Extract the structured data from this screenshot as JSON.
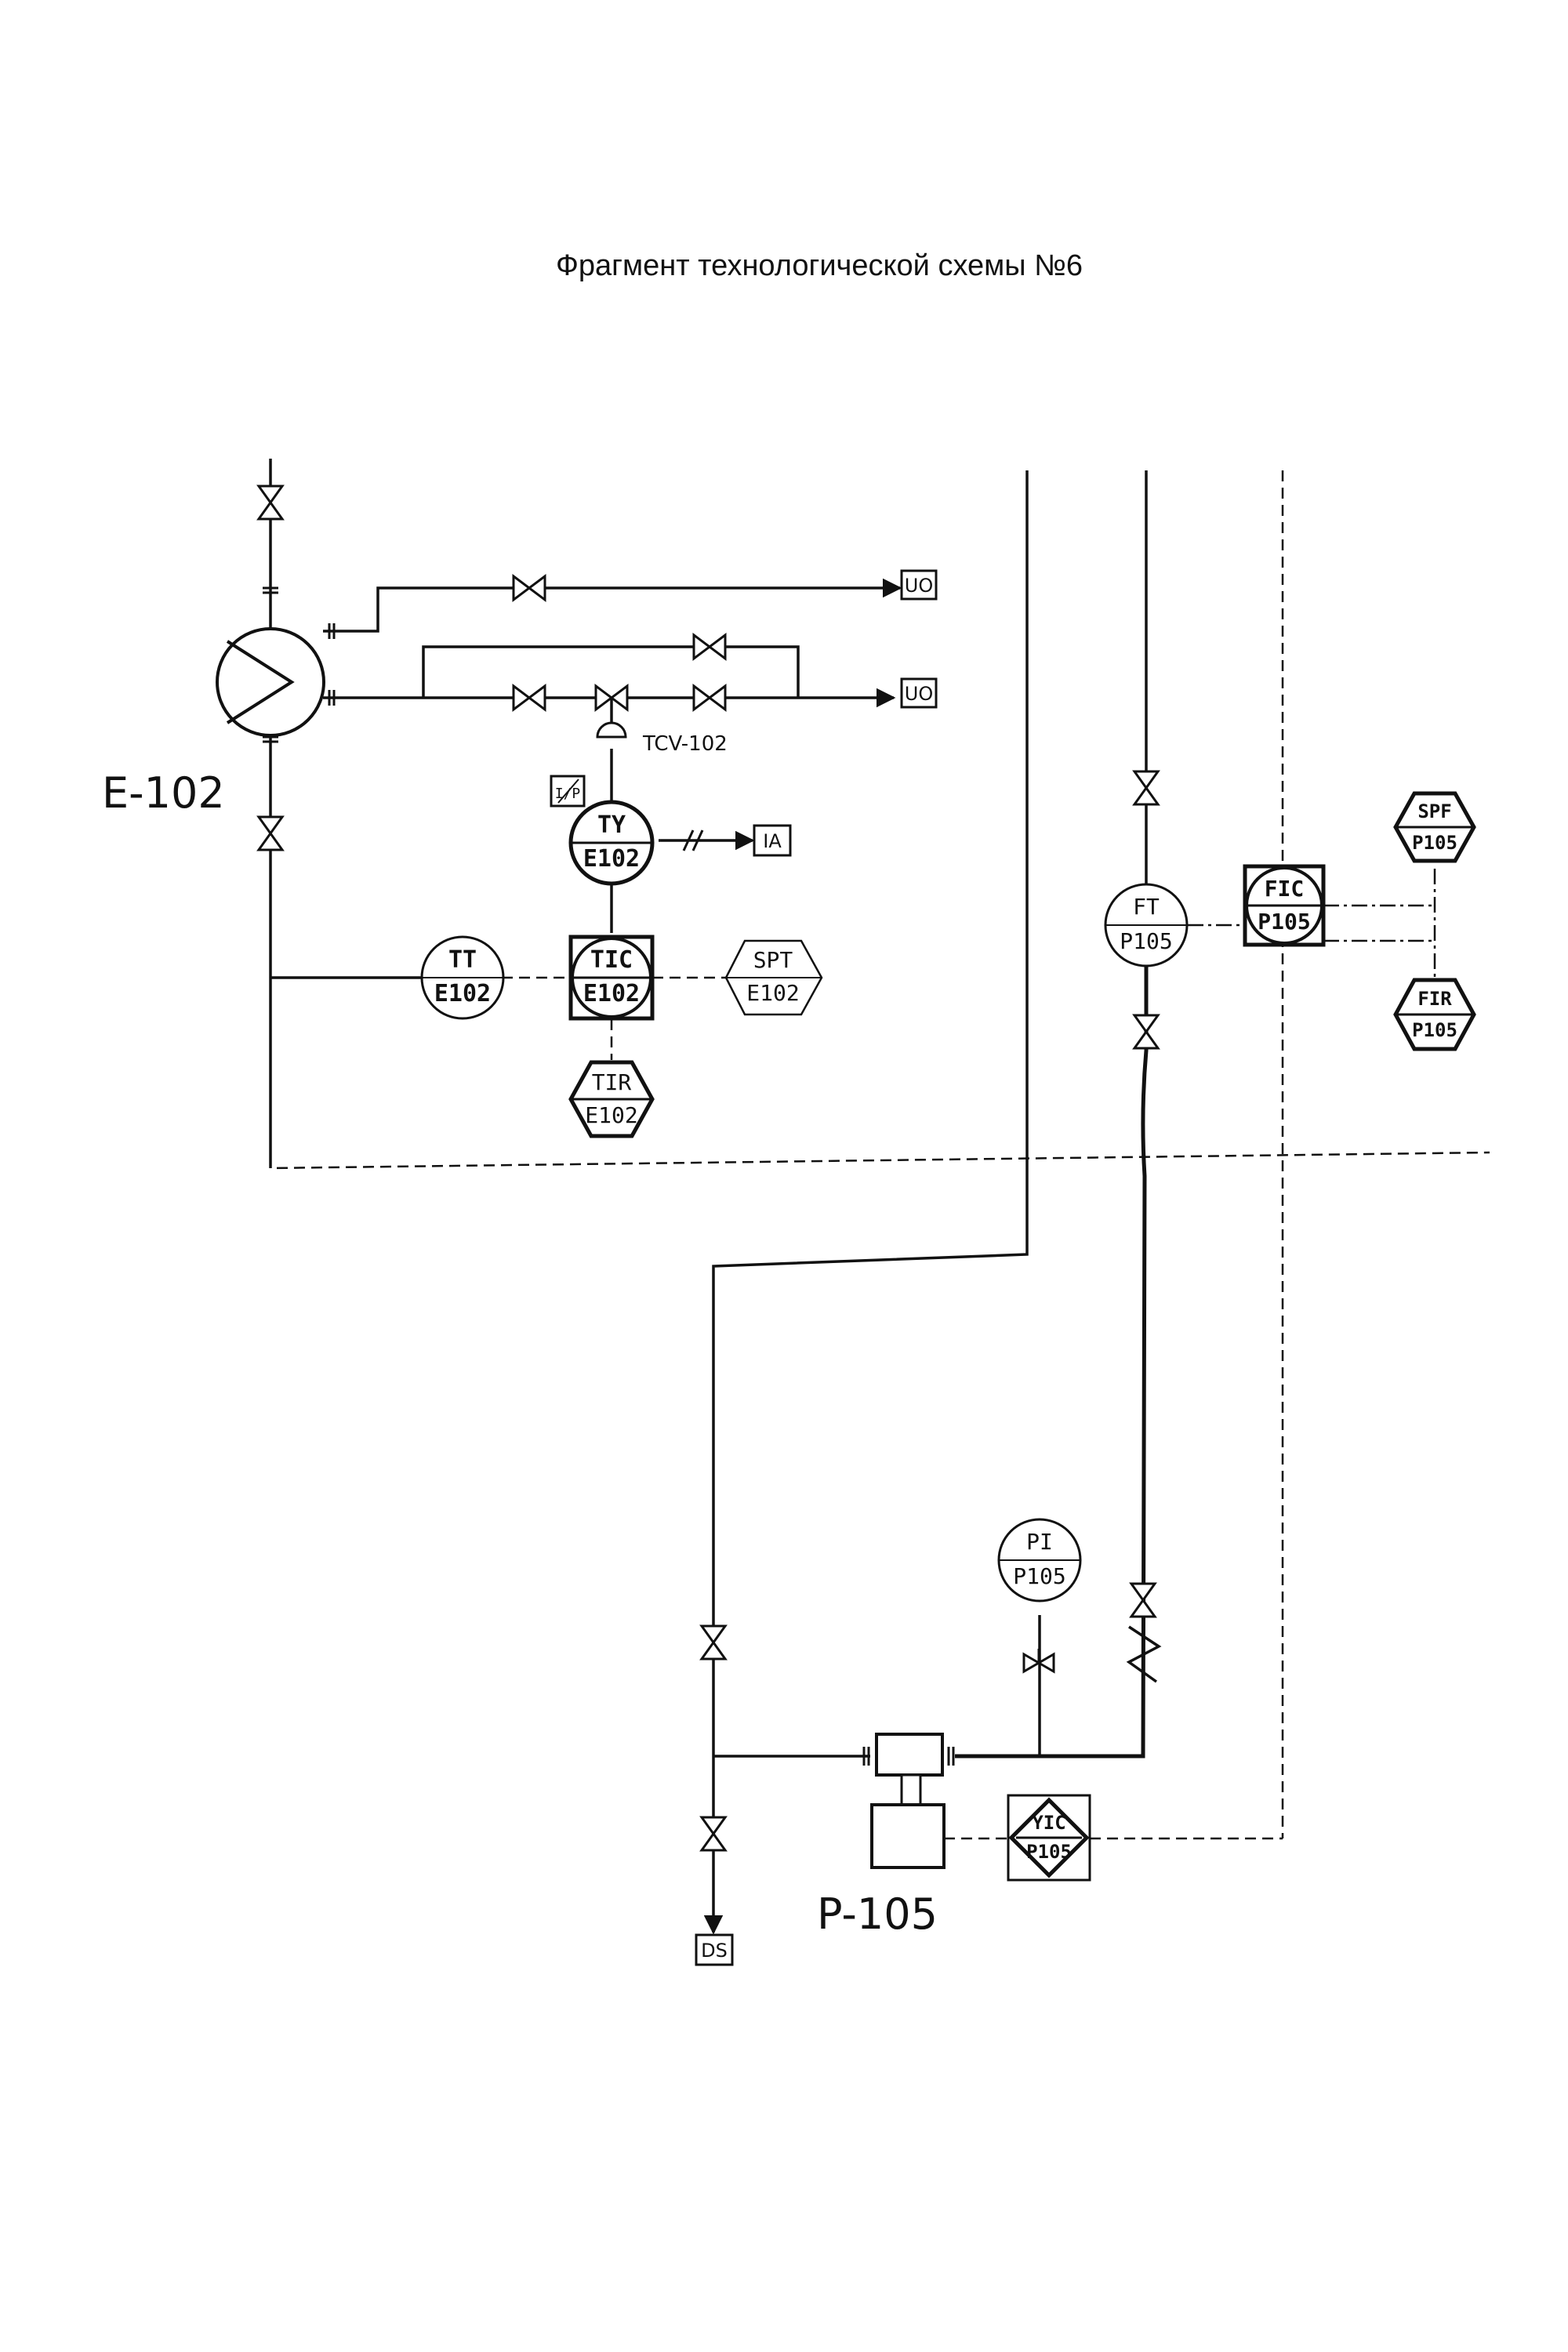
{
  "title": "Фрагмент технологической схемы №6",
  "equipment": {
    "heat_exchanger": "E-102",
    "pump": "P-105",
    "control_valve": "TCV-102"
  },
  "terminals": {
    "uo_top": "UO",
    "uo_bottom": "UO",
    "ia": "IA",
    "ds": "DS"
  },
  "transducer_label": "I/P",
  "instruments": {
    "ty": {
      "func": "TY",
      "loop": "E102"
    },
    "tt": {
      "func": "TT",
      "loop": "E102"
    },
    "tic": {
      "func": "TIC",
      "loop": "E102"
    },
    "spt": {
      "func": "SPT",
      "loop": "E102"
    },
    "tir": {
      "func": "TIR",
      "loop": "E102"
    },
    "ft": {
      "func": "FT",
      "loop": "P105"
    },
    "fic": {
      "func": "FIC",
      "loop": "P105"
    },
    "spf": {
      "func": "SPF",
      "loop": "P105"
    },
    "fir": {
      "func": "FIR",
      "loop": "P105"
    },
    "pi": {
      "func": "PI",
      "loop": "P105"
    },
    "yic": {
      "func": "YIC",
      "loop": "P105"
    }
  }
}
